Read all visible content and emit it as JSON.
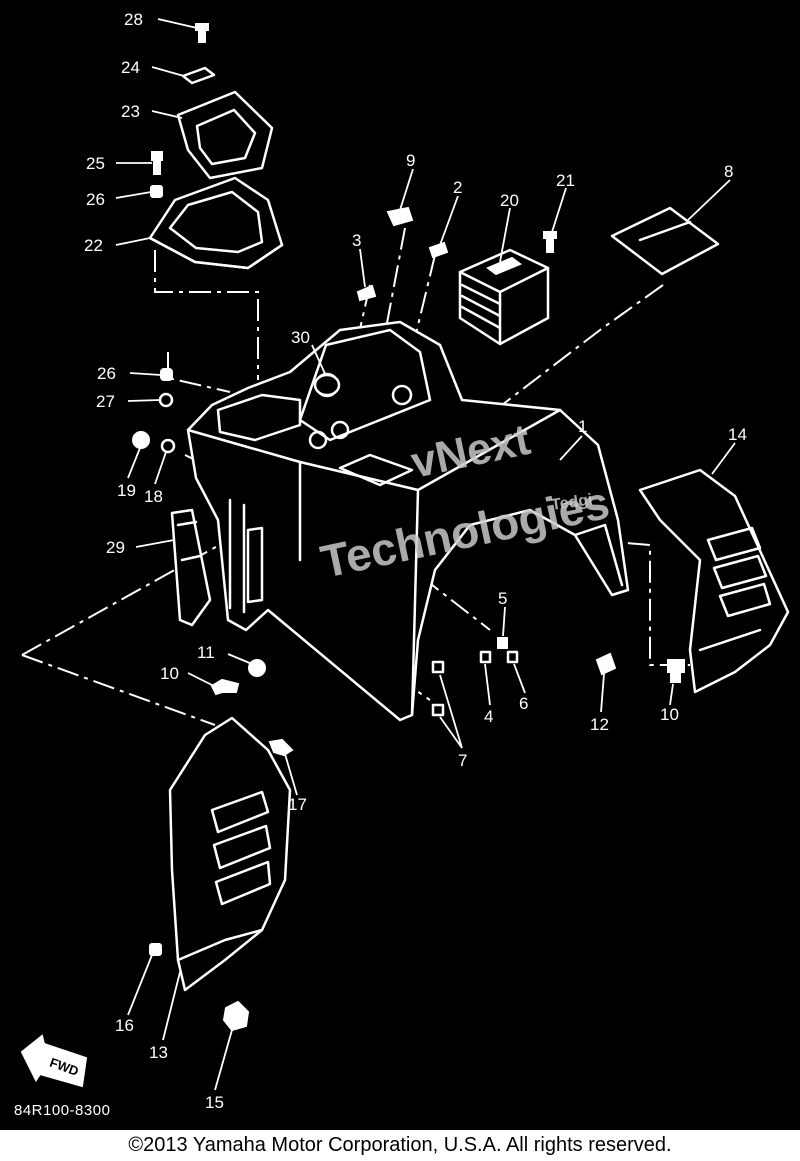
{
  "diagram": {
    "background": "#000000",
    "line_color": "#ffffff",
    "callouts": {
      "c28": "28",
      "c24": "24",
      "c23": "23",
      "c25": "25",
      "c26a": "26",
      "c22": "22",
      "c9": "9",
      "c2": "2",
      "c3": "3",
      "c20": "20",
      "c21": "21",
      "c8": "8",
      "c30": "30",
      "c26b": "26",
      "c27": "27",
      "c19": "19",
      "c18": "18",
      "c1": "1",
      "c14": "14",
      "c29": "29",
      "c5": "5",
      "c11": "11",
      "c10a": "10",
      "c4": "4",
      "c6": "6",
      "c12": "12",
      "c10b": "10",
      "c7": "7",
      "c17": "17",
      "c16": "16",
      "c13": "13",
      "c15": "15"
    },
    "drawing_code": "84R100-8300",
    "fwd_label": "FWD",
    "watermark": {
      "line1": "vNext",
      "line2": "Technologies",
      "small": "Tedgi",
      "color": "#c8c8c8"
    }
  },
  "footer": {
    "copyright": "©2013 Yamaha Motor Corporation, U.S.A. All rights reserved."
  }
}
